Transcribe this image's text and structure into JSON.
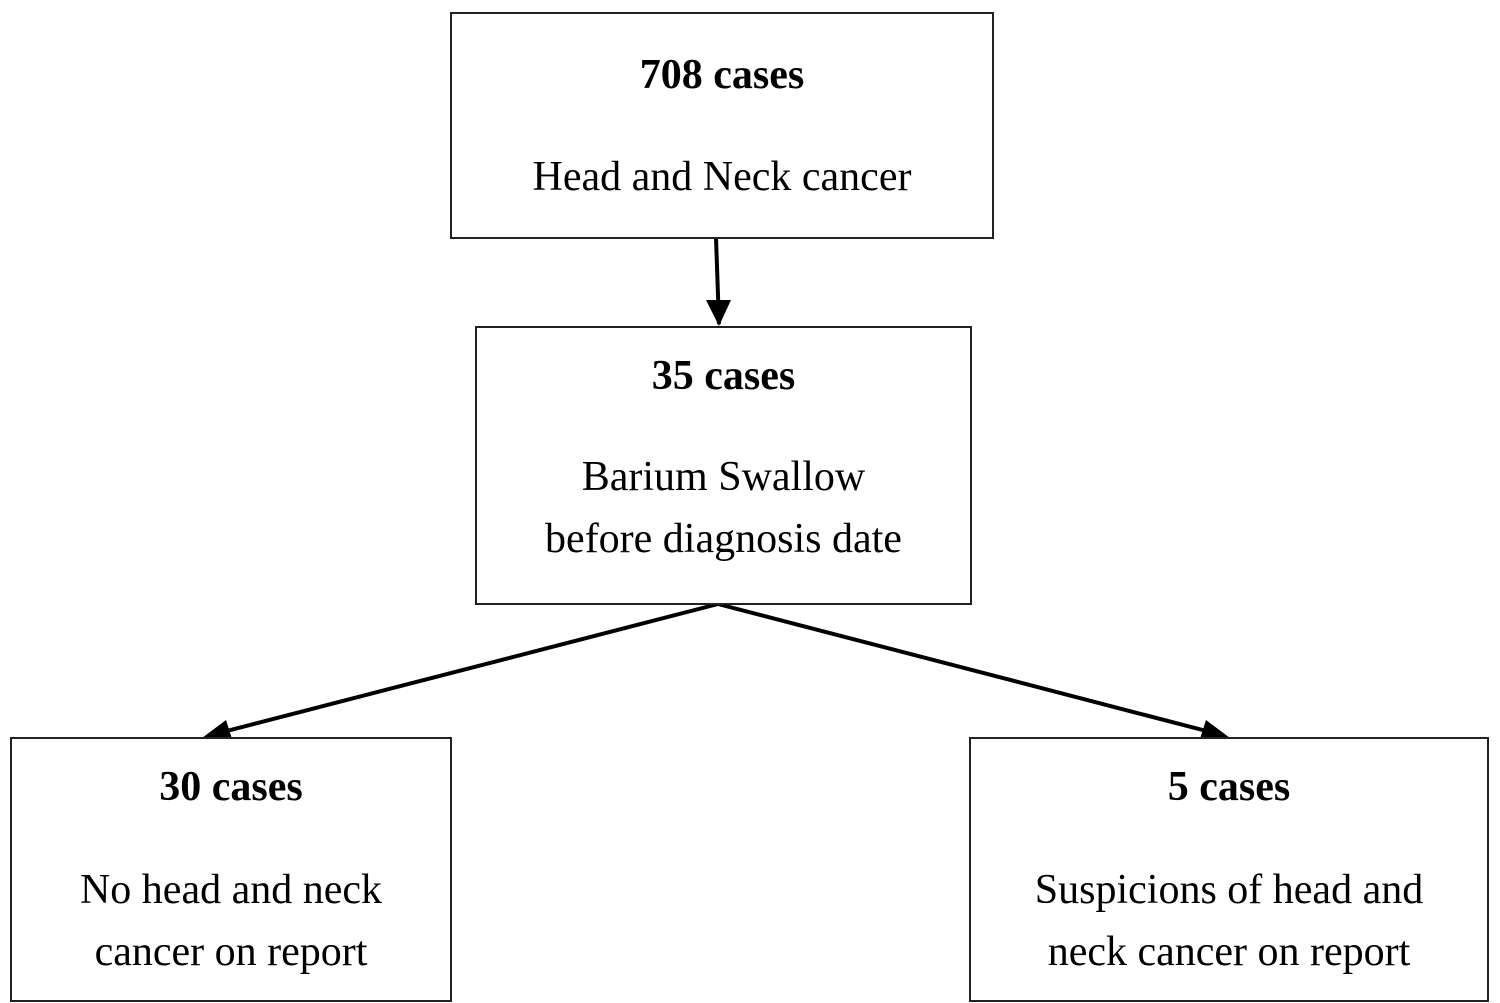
{
  "flowchart": {
    "nodes": [
      {
        "id": "top",
        "count": "708 cases",
        "description": [
          "Head and Neck cancer"
        ]
      },
      {
        "id": "mid",
        "count": "35 cases",
        "description": [
          "Barium Swallow",
          "before diagnosis date"
        ]
      },
      {
        "id": "left",
        "count": "30 cases",
        "description": [
          "No head and neck",
          "cancer on report"
        ]
      },
      {
        "id": "right",
        "count": "5 cases",
        "description": [
          "Suspicions of head and",
          "neck cancer on report"
        ]
      }
    ],
    "edges": [
      {
        "from": "top",
        "to": "mid"
      },
      {
        "from": "mid",
        "to": "left"
      },
      {
        "from": "mid",
        "to": "right"
      }
    ],
    "colors": {
      "stroke": "#000000",
      "background": "#ffffff"
    }
  }
}
